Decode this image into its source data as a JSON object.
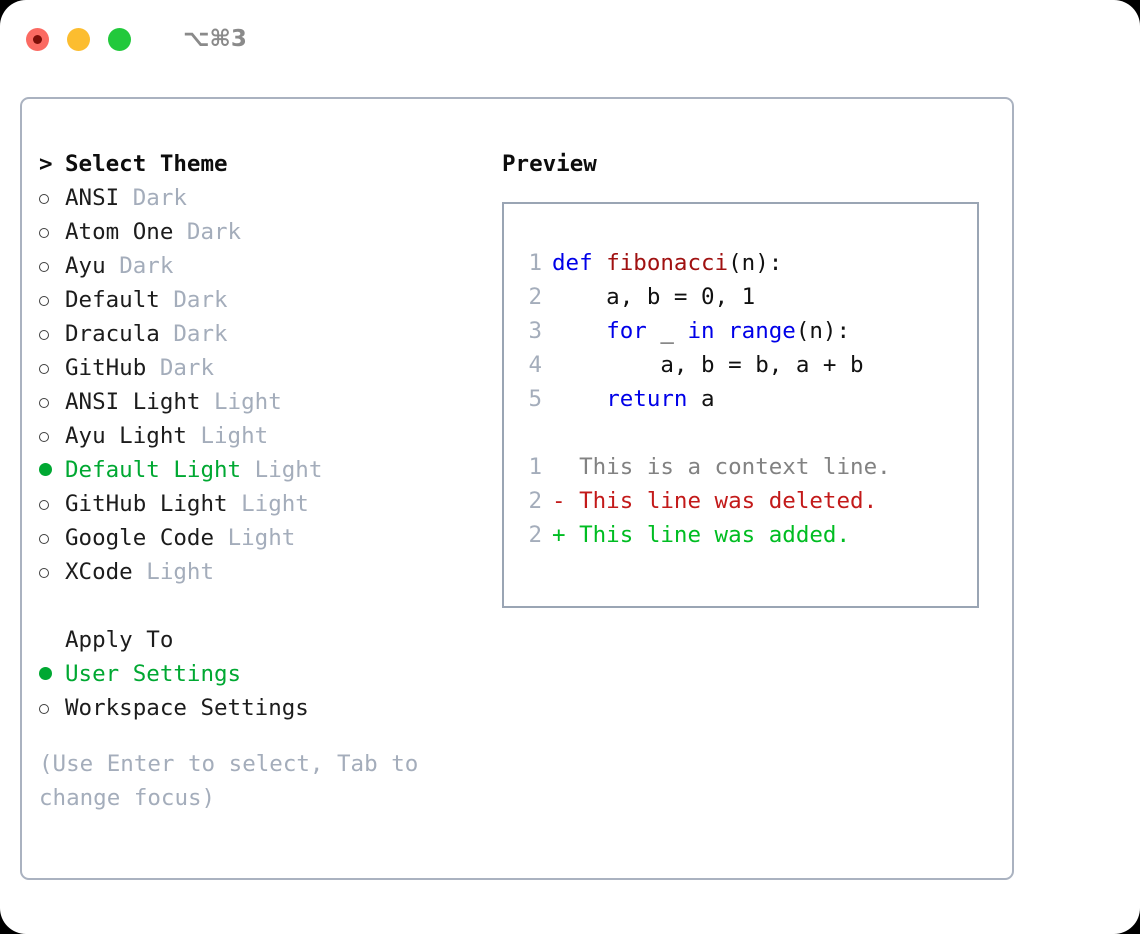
{
  "window": {
    "title": "⌥⌘3",
    "traffic_lights": [
      {
        "name": "close",
        "color": "#fb6a62"
      },
      {
        "name": "minimize",
        "color": "#fcbd2f"
      },
      {
        "name": "maximize",
        "color": "#22c93c"
      }
    ]
  },
  "theme_picker": {
    "header_prefix": "> ",
    "header": "Select Theme",
    "items": [
      {
        "bullet": "open",
        "name": "ANSI",
        "variant": "Dark",
        "selected": false
      },
      {
        "bullet": "open",
        "name": "Atom One",
        "variant": "Dark",
        "selected": false
      },
      {
        "bullet": "open",
        "name": "Ayu",
        "variant": "Dark",
        "selected": false
      },
      {
        "bullet": "open",
        "name": "Default",
        "variant": "Dark",
        "selected": false
      },
      {
        "bullet": "open",
        "name": "Dracula",
        "variant": "Dark",
        "selected": false
      },
      {
        "bullet": "open",
        "name": "GitHub",
        "variant": "Dark",
        "selected": false
      },
      {
        "bullet": "open",
        "name": "ANSI Light",
        "variant": "Light",
        "selected": false
      },
      {
        "bullet": "open",
        "name": "Ayu Light",
        "variant": "Light",
        "selected": false
      },
      {
        "bullet": "filled",
        "name": "Default Light",
        "variant": "Light",
        "selected": true
      },
      {
        "bullet": "open",
        "name": "GitHub Light",
        "variant": "Light",
        "selected": false
      },
      {
        "bullet": "open",
        "name": "Google Code",
        "variant": "Light",
        "selected": false
      },
      {
        "bullet": "open",
        "name": "XCode",
        "variant": "Light",
        "selected": false
      }
    ]
  },
  "apply_to": {
    "label": "Apply To",
    "options": [
      {
        "bullet": "filled",
        "label": "User Settings",
        "selected": true
      },
      {
        "bullet": "open",
        "label": "Workspace Settings",
        "selected": false
      }
    ]
  },
  "hint": "(Use Enter to select, Tab to change focus)",
  "preview": {
    "title": "Preview",
    "code_lines": [
      {
        "num": "1",
        "tokens": [
          {
            "t": "def ",
            "c": "kw"
          },
          {
            "t": "fibonacci",
            "c": "fn"
          },
          {
            "t": "(n):",
            "c": "pl"
          }
        ]
      },
      {
        "num": "2",
        "tokens": [
          {
            "t": "    a, b = 0, 1",
            "c": "pl"
          }
        ]
      },
      {
        "num": "3",
        "tokens": [
          {
            "t": "    ",
            "c": "pl"
          },
          {
            "t": "for ",
            "c": "kw"
          },
          {
            "t": "_ ",
            "c": "pl"
          },
          {
            "t": "in ",
            "c": "kw"
          },
          {
            "t": "range",
            "c": "kw"
          },
          {
            "t": "(n):",
            "c": "pl"
          }
        ]
      },
      {
        "num": "4",
        "tokens": [
          {
            "t": "        a, b = b, a + b",
            "c": "pl"
          }
        ]
      },
      {
        "num": "5",
        "tokens": [
          {
            "t": "    ",
            "c": "pl"
          },
          {
            "t": "return ",
            "c": "kw"
          },
          {
            "t": "a",
            "c": "pl"
          }
        ]
      }
    ],
    "diff_lines": [
      {
        "num": "1",
        "marker": "  ",
        "text": "This is a context line.",
        "kind": "ctx"
      },
      {
        "num": "2",
        "marker": "- ",
        "text": "This line was deleted.",
        "kind": "del"
      },
      {
        "num": "2",
        "marker": "+ ",
        "text": "This line was added.",
        "kind": "add"
      }
    ]
  },
  "colors": {
    "accent_green": "#00a832",
    "muted": "#a4adbb",
    "keyword_blue": "#0000e8",
    "function_red": "#a01111",
    "diff_del": "#c31a1a",
    "diff_add": "#00bd22",
    "panel_border": "#aab2c0",
    "preview_border": "#9aa5b4"
  }
}
